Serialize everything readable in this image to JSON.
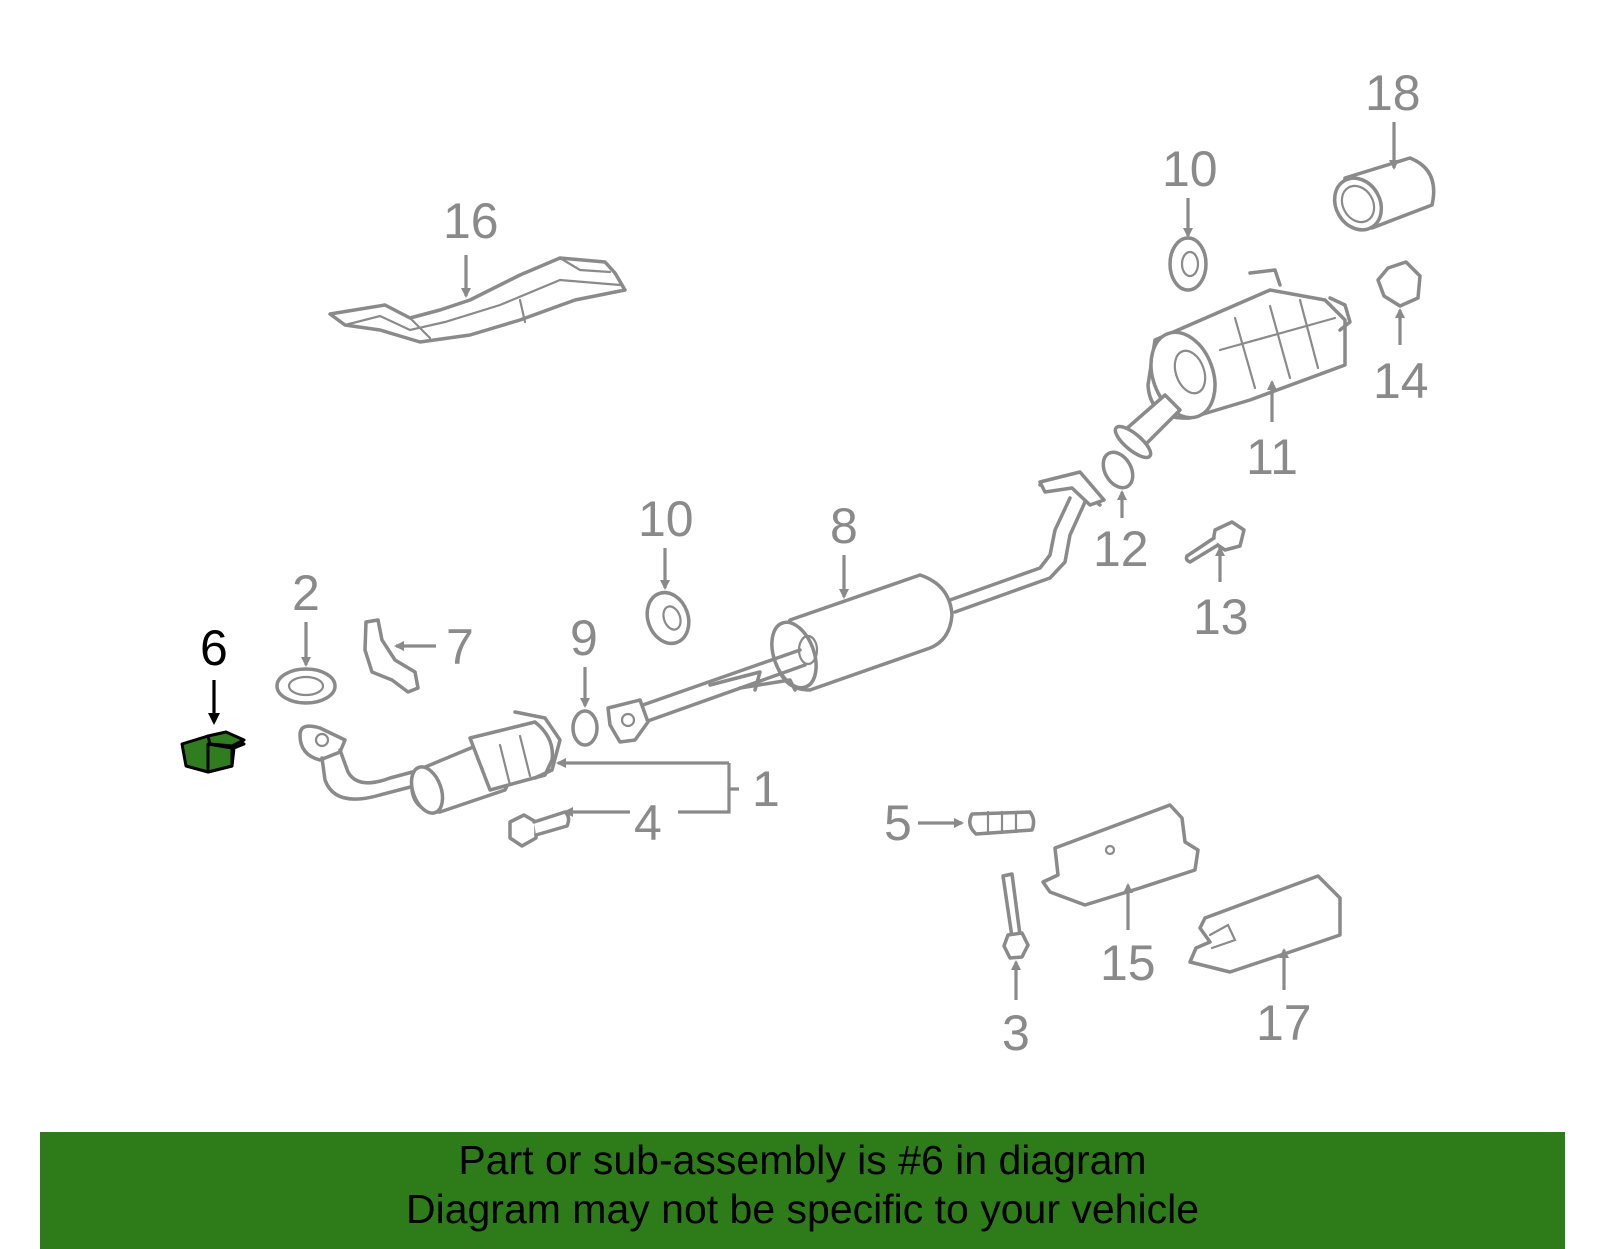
{
  "diagram": {
    "callouts": [
      {
        "id": "1",
        "text": "1"
      },
      {
        "id": "2",
        "text": "2"
      },
      {
        "id": "3",
        "text": "3"
      },
      {
        "id": "4",
        "text": "4"
      },
      {
        "id": "5",
        "text": "5"
      },
      {
        "id": "6",
        "text": "6",
        "highlighted": true
      },
      {
        "id": "7",
        "text": "7"
      },
      {
        "id": "8",
        "text": "8"
      },
      {
        "id": "9",
        "text": "9"
      },
      {
        "id": "10a",
        "text": "10"
      },
      {
        "id": "10b",
        "text": "10"
      },
      {
        "id": "11",
        "text": "11"
      },
      {
        "id": "12",
        "text": "12"
      },
      {
        "id": "13",
        "text": "13"
      },
      {
        "id": "14",
        "text": "14"
      },
      {
        "id": "15",
        "text": "15"
      },
      {
        "id": "16",
        "text": "16"
      },
      {
        "id": "17",
        "text": "17"
      },
      {
        "id": "18",
        "text": "18"
      }
    ],
    "highlight_color": "#2e7b1a",
    "part_color": "#8a8a8a"
  },
  "banner": {
    "line1": "Part or sub-assembly is #6 in diagram",
    "line2": "Diagram may not be specific to your vehicle"
  }
}
